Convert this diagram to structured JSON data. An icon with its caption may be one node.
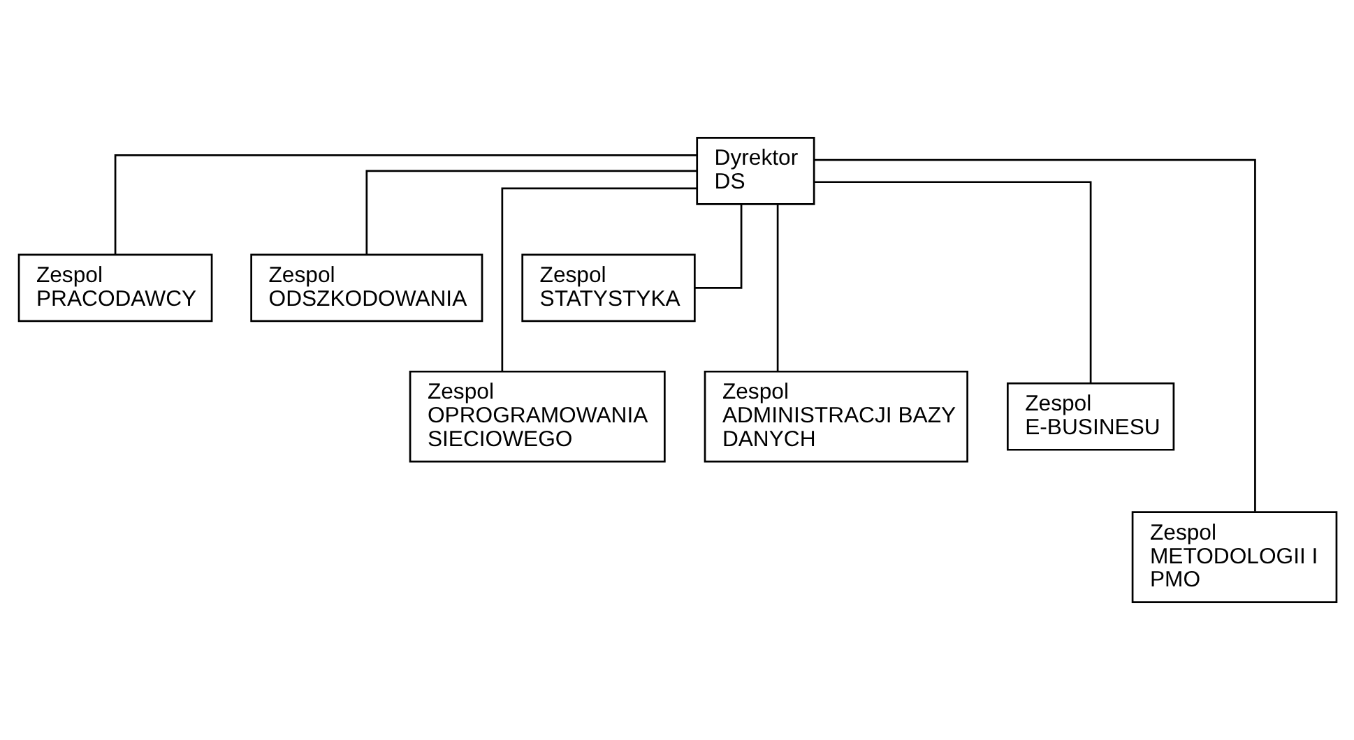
{
  "diagram": {
    "nodes": [
      {
        "text": [
          "Dyrektor",
          "DS"
        ]
      },
      {
        "text": [
          "Zespol",
          "PRACODAWCY"
        ]
      },
      {
        "text": [
          "Zespol",
          "ODSZKODOWANIA"
        ]
      },
      {
        "text": [
          "Zespol",
          "STATYSTYKA"
        ]
      },
      {
        "text": [
          "Zespol",
          "OPROGRAMOWANIA SIECIOWEGO"
        ]
      },
      {
        "text": [
          "Zespol",
          "ADMINISTRACJI BAZY DANYCH"
        ]
      },
      {
        "text": [
          "Zespol",
          "E-BUSINESU"
        ]
      },
      {
        "text": [
          "Zespol",
          "METODOLOGII I PMO"
        ]
      }
    ],
    "edges": [
      {
        "from": 0,
        "to": 1,
        "arrow": "none"
      },
      {
        "from": 0,
        "to": 2,
        "arrow": "none"
      },
      {
        "from": 0,
        "to": 3,
        "arrow": "none"
      },
      {
        "from": 0,
        "to": 4,
        "arrow": "none"
      },
      {
        "from": 0,
        "to": 5,
        "arrow": "none"
      },
      {
        "from": 0,
        "to": 6,
        "arrow": "none"
      },
      {
        "from": 0,
        "to": 7,
        "arrow": "none"
      }
    ]
  }
}
